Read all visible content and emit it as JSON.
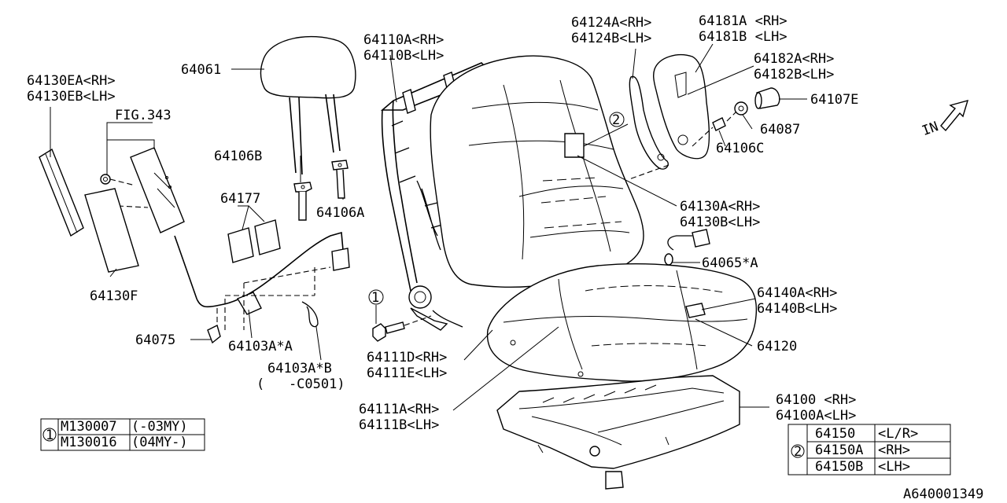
{
  "labels": {
    "p64061": "64061",
    "p64110a": "64110A<RH>",
    "p64110b": "64110B<LH>",
    "p64124a": "64124A<RH>",
    "p64124b": "64124B<LH>",
    "p64181a": "64181A <RH>",
    "p64181b": "64181B <LH>",
    "p64182a": "64182A<RH>",
    "p64182b": "64182B<LH>",
    "p64107e": "64107E",
    "p64087": "64087",
    "p64106c": "64106C",
    "p64130ea": "64130EA<RH>",
    "p64130eb": "64130EB<LH>",
    "fig343": "FIG.343",
    "p64106b": "64106B",
    "p64106a": "64106A",
    "p64177": "64177",
    "p64130a": "64130A<RH>",
    "p64130b": "64130B<LH>",
    "p64065a": "64065*A",
    "p64140a": "64140A<RH>",
    "p64140b": "64140B<LH>",
    "p64120": "64120",
    "p64130f": "64130F",
    "p64075": "64075",
    "p64103aa": "64103A*A",
    "p64103ab": "64103A*B",
    "p64103ab_note": "(   -C0501)",
    "p64111d": "64111D<RH>",
    "p64111e": "64111E<LH>",
    "p64111a": "64111A<RH>",
    "p64111b": "64111B<LH>",
    "p64100": "64100 <RH>",
    "p64100a": "64100A<LH>",
    "in_arrow": "IN",
    "callout1": "1",
    "callout2": "2",
    "drawing_id": "A640001349"
  },
  "legend1": {
    "index": "1",
    "rows": [
      {
        "part": "M130007",
        "note": "(-03MY)"
      },
      {
        "part": "M130016",
        "note": "(04MY-)"
      }
    ]
  },
  "legend2": {
    "index": "2",
    "rows": [
      {
        "part": "64150",
        "note": "<L/R>"
      },
      {
        "part": "64150A",
        "note": "<RH>"
      },
      {
        "part": "64150B",
        "note": "<LH>"
      }
    ]
  }
}
